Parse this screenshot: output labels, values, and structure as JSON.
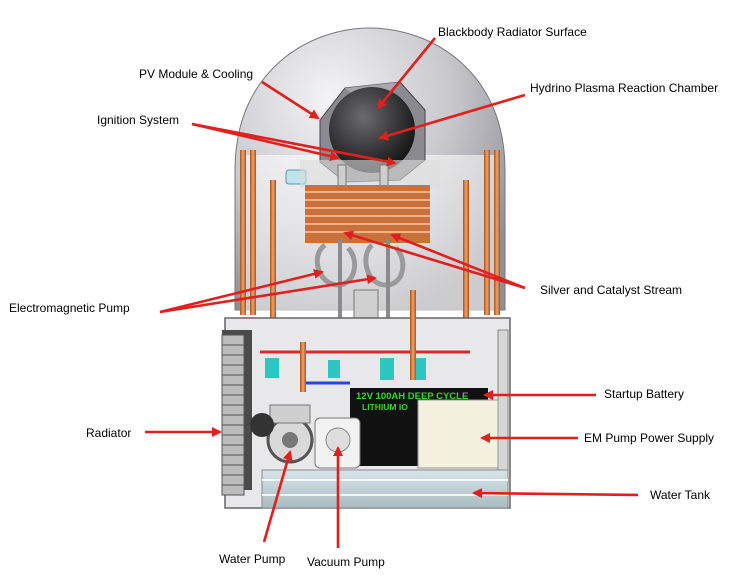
{
  "labels": {
    "blackbody": "Blackbody Radiator Surface",
    "pv_module": "PV Module & Cooling",
    "hydrino": "Hydrino Plasma Reaction Chamber",
    "ignition": "Ignition System",
    "em_pump": "Electromagnetic Pump",
    "silver": "Silver and Catalyst Stream",
    "startup_battery": "Startup Battery",
    "radiator": "Radiator",
    "em_power": "EM Pump Power Supply",
    "water_tank": "Water Tank",
    "water_pump": "Water Pump",
    "vacuum_pump": "Vacuum Pump"
  },
  "battery_text": {
    "line1": "12V 100AH DEEP CYCLE",
    "line2": "LITHIUM IO"
  },
  "colors": {
    "arrow": "#e0201e",
    "dome": "#bfbfc4",
    "copper": "#d77a3a",
    "battery_label": "#2fd52f",
    "power_supply": "#f4f1df"
  }
}
